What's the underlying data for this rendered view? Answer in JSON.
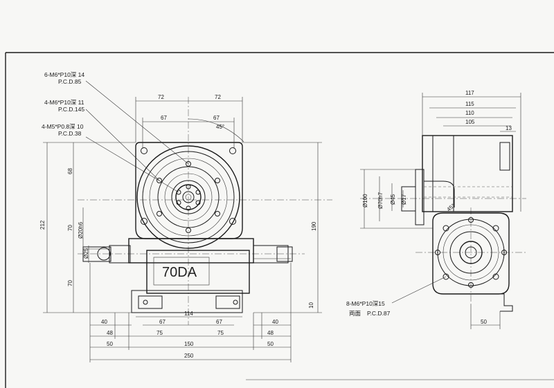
{
  "callouts": {
    "c1": "6-M6*P10深 14",
    "c1b": "P.C.D.85",
    "c2": "4-M6*P10深 11",
    "c2b": "P.C.D.145",
    "c3": "4-M5*P0.8深 10",
    "c3b": "P.C.D.38",
    "c4": "8-M6*P10深15",
    "c4b": "両面",
    "c4c": "P.C.D.87"
  },
  "model": "70DA",
  "front": {
    "d72a": "72",
    "d72b": "72",
    "d67a": "67",
    "d67b": "67",
    "angle": "45°",
    "d212": "212",
    "d68": "68",
    "d70a": "70",
    "d70b": "70",
    "d190": "190",
    "d20h6": "Ø20h6",
    "d25": "Ø25",
    "d114": "114",
    "d67c": "67",
    "d67d": "67",
    "d40a": "40",
    "d40b": "40",
    "d75a": "75",
    "d75b": "75",
    "d48a": "48",
    "d48b": "48",
    "d50a": "50",
    "d50b": "50",
    "d150": "150",
    "d250": "250",
    "d10": "10"
  },
  "side": {
    "d117": "117",
    "d115": "115",
    "d110": "110",
    "d105": "105",
    "d13": "13",
    "d100": "Ø100",
    "d70h7": "Ø70h7",
    "d45": "Ø45",
    "d17": "Ø17",
    "a45": "45°",
    "d50": "50"
  }
}
